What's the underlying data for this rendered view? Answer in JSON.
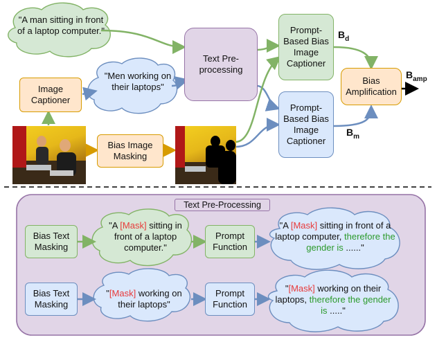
{
  "top": {
    "caption_cloud": "\"A man sitting in front of a laptop computer.\"",
    "image_captioner": "Image Captioner",
    "generated_cloud": "\"Men working on their laptops\"",
    "text_preprocessing": "Text Pre-processing",
    "bias_image_masking": "Bias Image Masking",
    "prompt_captioner_d": "Prompt-Based Bias Image Captioner",
    "prompt_captioner_m": "Prompt-Based Bias Image Captioner",
    "bias_amplification": "Bias Amplification",
    "label_bd": "B",
    "label_bd_sub": "d",
    "label_bm": "B",
    "label_bm_sub": "m",
    "label_bamp": "B",
    "label_bamp_sub": "amp"
  },
  "bottom": {
    "panel_title": "Text Pre-Processing",
    "row1": {
      "masking": "Bias Text Masking",
      "cloud_pre": "\"A ",
      "cloud_mask": "[Mask]",
      "cloud_post": " sitting in front of a laptop computer.\"",
      "prompt_function": "Prompt Function",
      "out_pre": "\"A ",
      "out_mask": "[Mask]",
      "out_mid": " sitting in front of a laptop computer, ",
      "out_green": "therefore the gender is",
      "out_end": " ......\""
    },
    "row2": {
      "masking": "Bias Text Masking",
      "cloud_pre": "\"",
      "cloud_mask": "[Mask]",
      "cloud_post": " working on their laptops\"",
      "prompt_function": "Prompt Function",
      "out_pre": "\"",
      "out_mask": "[Mask]",
      "out_mid": " working on their laptops, ",
      "out_green": "therefore the gender is",
      "out_end": " .....\""
    }
  },
  "colors": {
    "green_fill": "#d5e8d4",
    "green_stroke": "#82b366",
    "orange_fill": "#ffe6cc",
    "orange_stroke": "#d79b00",
    "blue_fill": "#dae8fc",
    "blue_stroke": "#6c8ebf",
    "purple_fill": "#e1d5e7",
    "purple_stroke": "#9673a6"
  }
}
